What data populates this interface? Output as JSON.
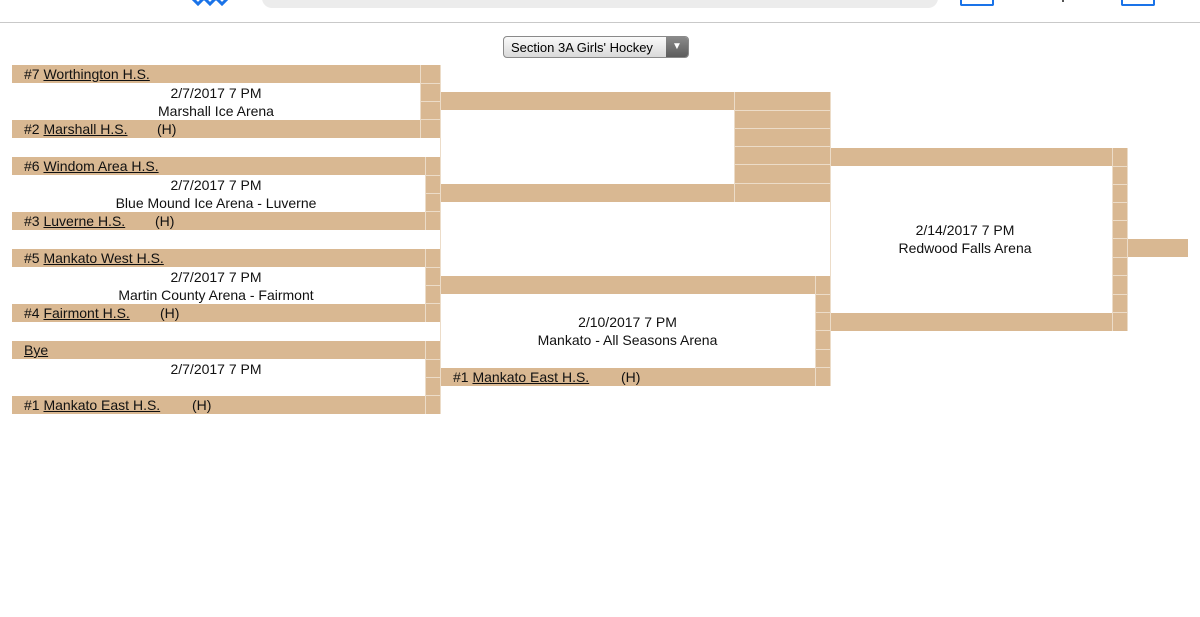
{
  "header": {
    "section_select": "Section 3A Girls' Hockey",
    "dropdown_arrow_icon": "triangle-down-icon"
  },
  "colors": {
    "bracket": "#d9b892",
    "accent": "#1a73e8"
  },
  "round1": [
    {
      "top": {
        "seed": "#7",
        "name": "Worthington H.S.",
        "home": ""
      },
      "bottom": {
        "seed": "#2",
        "name": "Marshall H.S.",
        "home": "(H)"
      },
      "date": "2/7/2017 7 PM",
      "venue": "Marshall Ice Arena"
    },
    {
      "top": {
        "seed": "#6",
        "name": "Windom Area H.S.",
        "home": ""
      },
      "bottom": {
        "seed": "#3",
        "name": "Luverne H.S.",
        "home": "(H)"
      },
      "date": "2/7/2017 7 PM",
      "venue": "Blue Mound Ice Arena - Luverne"
    },
    {
      "top": {
        "seed": "#5",
        "name": "Mankato West H.S.",
        "home": ""
      },
      "bottom": {
        "seed": "#4",
        "name": "Fairmont H.S.",
        "home": "(H)"
      },
      "date": "2/7/2017 7 PM",
      "venue": "Martin County Arena - Fairmont"
    },
    {
      "top": {
        "seed": "",
        "name": "Bye",
        "home": ""
      },
      "bottom": {
        "seed": "#1",
        "name": "Mankato East H.S.",
        "home": "(H)"
      },
      "date": "2/7/2017 7 PM",
      "venue": ""
    }
  ],
  "round2": [
    {
      "top": {
        "seed": "",
        "name": "",
        "home": ""
      },
      "bottom": {
        "seed": "",
        "name": "",
        "home": ""
      },
      "date": "",
      "venue": ""
    },
    {
      "top": {
        "seed": "",
        "name": "",
        "home": ""
      },
      "bottom": {
        "seed": "#1",
        "name": "Mankato East H.S.",
        "home": "(H)"
      },
      "date": "2/10/2017 7 PM",
      "venue": "Mankato - All Seasons Arena"
    }
  ],
  "round3": {
    "date": "2/14/2017 7 PM",
    "venue": "Redwood Falls Arena"
  }
}
